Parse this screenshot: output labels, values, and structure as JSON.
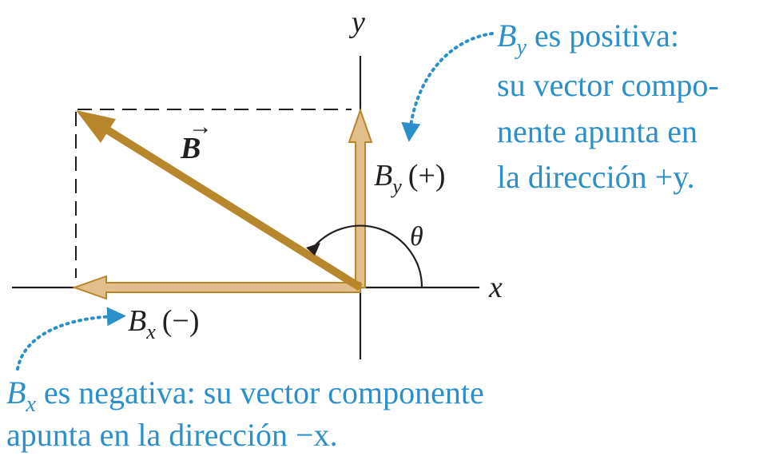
{
  "axes": {
    "x_label": "x",
    "y_label": "y"
  },
  "vector": {
    "name": "B",
    "arrow_mark": "→"
  },
  "components": {
    "by": {
      "symbol": "B",
      "subscript": "y",
      "sign": "(+)"
    },
    "bx": {
      "symbol": "B",
      "subscript": "x",
      "sign": "(−)"
    }
  },
  "angle": {
    "symbol": "θ"
  },
  "annotations": {
    "by_note": {
      "symbol": "B",
      "subscript": "y",
      "lines": [
        " es positiva:",
        "su vector compo-",
        "nente apunta en",
        "la dirección +y."
      ]
    },
    "bx_note": {
      "symbol": "B",
      "subscript": "x",
      "lines": [
        " es negativa: su vector componente",
        "apunta en la dirección −x."
      ]
    }
  },
  "colors": {
    "vector": "#b8862b",
    "component_fill": "#e2be8c",
    "component_edge": "#b8862b",
    "axis": "#231f20",
    "annotation": "#2b8fc9"
  }
}
